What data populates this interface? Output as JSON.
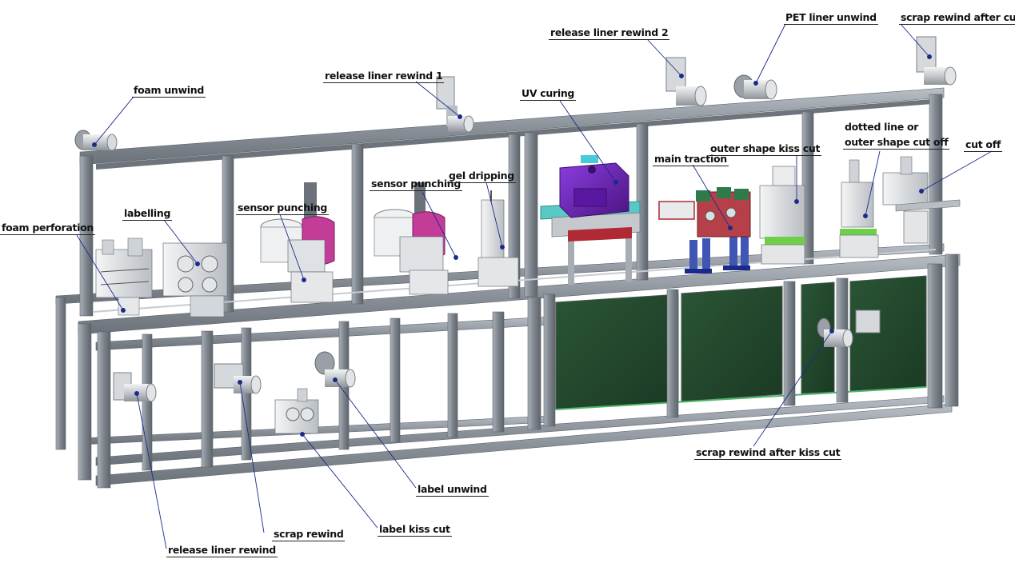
{
  "diagram": {
    "labels": {
      "foam_unwind": "foam unwind",
      "release_liner_rewind_1": "release liner rewind 1",
      "release_liner_rewind_2": "release liner rewind 2",
      "pet_liner_unwind": "PET liner unwind",
      "scrap_rewind_after_cut_off": "scrap rewind after cut off",
      "uv_curing": "UV curing",
      "dotted_line_line1": "dotted line or",
      "dotted_line_line2": "outer shape cut off",
      "cut_off": "cut off",
      "outer_shape_kiss_cut": "outer shape kiss cut",
      "main_traction": "main traction",
      "sensor_punching_1": "sensor punching",
      "gel_dripping": "gel dripping",
      "labelling": "labelling",
      "sensor_punching_2": "sensor punching",
      "foam_perforation": "foam perforation",
      "scrap_rewind_after_kiss_cut": "scrap rewind after kiss cut",
      "label_unwind": "label unwind",
      "label_kiss_cut": "label kiss cut",
      "scrap_rewind": "scrap rewind",
      "release_liner_rewind": "release liner rewind"
    },
    "colors": {
      "frame": "#8d949c",
      "frame_dark": "#5f666e",
      "panel_green": "#22472d",
      "uv_purple": "#6a1fb0",
      "pink": "#c0399a",
      "leader": "#1a2a8a",
      "red": "#b02a2a",
      "blue": "#2a3aa0"
    }
  }
}
